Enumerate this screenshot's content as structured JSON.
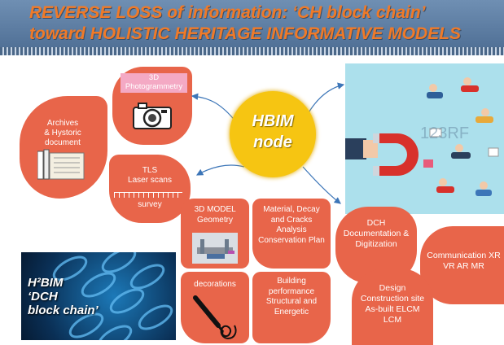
{
  "header": {
    "title_line1": "REVERSE  LOSS of information: ‘CH block chain’",
    "title_line2": "toward HOLISTIC HERITAGE INFORMATIVE MODELS"
  },
  "hub": {
    "line1": "HBIM",
    "line2": "node"
  },
  "left_bubbles": {
    "archives": [
      "Archives",
      "& Hystoric",
      "document"
    ],
    "photogrammetry": [
      "3D",
      "Photogrammetry"
    ],
    "tls": [
      "TLS",
      "Laser scans"
    ],
    "tls_survey": "survey"
  },
  "cards": {
    "model_3d": [
      "3D MODEL",
      "Geometry"
    ],
    "material": [
      "Material, Decay",
      "and Cracks",
      "Analysis",
      "Conservation",
      "Plan"
    ],
    "decorations": "decorations",
    "performance": [
      "Building",
      "performance",
      "Structural",
      "and",
      "Energetic"
    ],
    "dch": [
      "DCH",
      "Documentation",
      "&",
      "Digitization"
    ],
    "communication": [
      "Communication",
      "XR VR AR MR"
    ],
    "design": [
      "Design",
      "Construction",
      "site",
      "As-built",
      "ELCM",
      "LCM"
    ]
  },
  "chain_panel": {
    "line1": "H²BIM",
    "line2": "‘DCH",
    "line3": "block chain’"
  },
  "magnet_panel": {
    "watermark": "123RF"
  },
  "colors": {
    "orange": "#e8654a",
    "hub_yellow": "#f6c512",
    "header_blue": "#5e7fa5",
    "title_orange": "#f07a28"
  },
  "icons": [
    "camera-icon",
    "books-icon",
    "magnet-icon",
    "brush-icon",
    "chain-icon"
  ]
}
